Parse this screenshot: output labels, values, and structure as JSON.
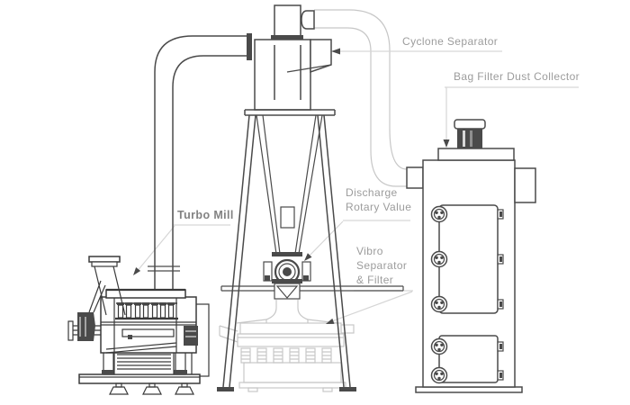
{
  "diagram": {
    "labels": {
      "cyclone_separator": "Cyclone Separator",
      "bag_filter": "Bag Filter Dust Collector",
      "turbo_mill": "Turbo Mill",
      "discharge_rotary_valve": {
        "lines": [
          "Discharge",
          "Rotary Value"
        ]
      },
      "vibro_separator": {
        "lines": [
          "Vibro",
          "Separator",
          "& Filter"
        ]
      }
    },
    "colors": {
      "background": "#ffffff",
      "machine_line": "#4a4a4a",
      "machine_line_strong": "#3a3a3a",
      "light_line": "#c7c7c7",
      "leader_line": "#d6d6d6",
      "label_text": "#9c9c9c",
      "label_text_strong": "#828282"
    }
  }
}
